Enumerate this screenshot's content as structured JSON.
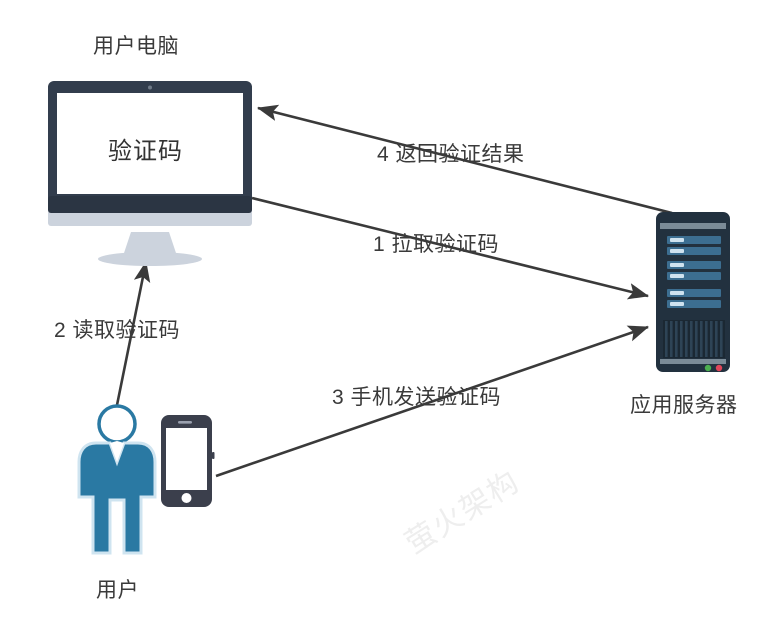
{
  "diagram": {
    "title_hidden": "",
    "watermark": "萤火架构",
    "nodes": [
      {
        "id": "user-computer",
        "caption": "用户电脑",
        "screen_text": "验证码",
        "icon": "desktop-monitor-icon",
        "colors": {
          "bezel": "#323d4d",
          "stand": "#ccd3dd",
          "screen": "#ffffff"
        }
      },
      {
        "id": "app-server",
        "caption": "应用服务器",
        "icon": "server-tower-icon",
        "colors": {
          "body": "#22313f",
          "bars": "#3c6e91",
          "led_green": "#4caf50",
          "led_red": "#e0455a"
        }
      },
      {
        "id": "user",
        "caption": "用户",
        "icon": "person-icon",
        "colors": {
          "suit": "#2a79a3",
          "outline": "#cfe4f0"
        }
      },
      {
        "id": "mobile-phone",
        "caption": "",
        "icon": "smartphone-icon",
        "colors": {
          "body": "#3b3f4c",
          "screen": "#ffffff"
        }
      }
    ],
    "flows": [
      {
        "number": "1",
        "label": "1 拉取验证码",
        "from": "user-computer",
        "to": "app-server"
      },
      {
        "number": "2",
        "label": "2 读取验证码",
        "from": "user",
        "to": "user-computer"
      },
      {
        "number": "3",
        "label": "3 手机发送验证码",
        "from": "mobile-phone",
        "to": "app-server"
      },
      {
        "number": "4",
        "label": "4 返回验证结果",
        "from": "app-server",
        "to": "user-computer"
      }
    ],
    "colors": {
      "arrow": "#3a3a3a",
      "text": "#3a3a3a",
      "background": "#ffffff"
    }
  }
}
